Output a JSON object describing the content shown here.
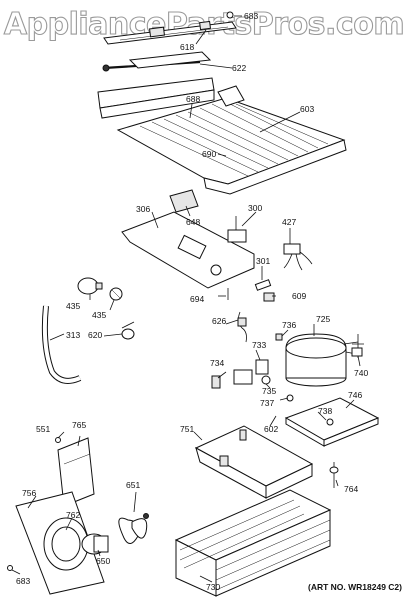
{
  "watermark": "AppliancePartsPros.com",
  "art_number": "(ART NO. WR18249 C2)",
  "parts": [
    {
      "id": "683"
    },
    {
      "id": "618"
    },
    {
      "id": "622"
    },
    {
      "id": "688"
    },
    {
      "id": "603"
    },
    {
      "id": "690"
    },
    {
      "id": "306"
    },
    {
      "id": "648"
    },
    {
      "id": "300"
    },
    {
      "id": "427"
    },
    {
      "id": "301"
    },
    {
      "id": "435"
    },
    {
      "id": "435"
    },
    {
      "id": "694"
    },
    {
      "id": "609"
    },
    {
      "id": "313"
    },
    {
      "id": "620"
    },
    {
      "id": "626"
    },
    {
      "id": "736"
    },
    {
      "id": "725"
    },
    {
      "id": "733"
    },
    {
      "id": "734"
    },
    {
      "id": "735"
    },
    {
      "id": "740"
    },
    {
      "id": "737"
    },
    {
      "id": "746"
    },
    {
      "id": "738"
    },
    {
      "id": "602"
    },
    {
      "id": "551"
    },
    {
      "id": "765"
    },
    {
      "id": "751"
    },
    {
      "id": "651"
    },
    {
      "id": "756"
    },
    {
      "id": "762"
    },
    {
      "id": "764"
    },
    {
      "id": "650"
    },
    {
      "id": "683"
    },
    {
      "id": "730"
    }
  ]
}
